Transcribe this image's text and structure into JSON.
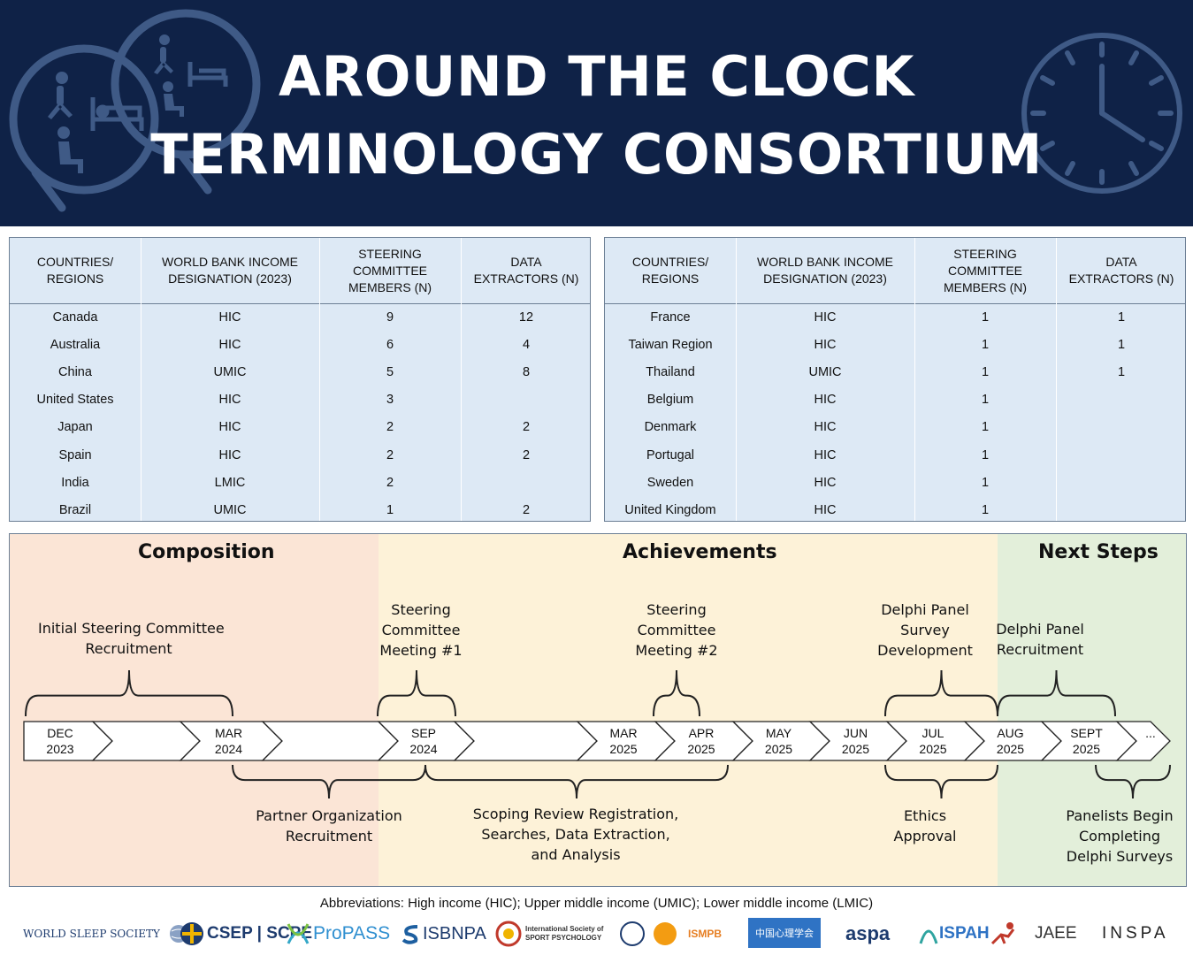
{
  "header": {
    "title_line1": "AROUND THE CLOCK",
    "title_line2": "TERMINOLOGY CONSORTIUM"
  },
  "colors": {
    "header_bg": "#0f2247",
    "table_bg": "#dde9f5",
    "composition_bg": "#fbe5d6",
    "achievements_bg": "#fdf2d8",
    "next_steps_bg": "#e3efda"
  },
  "tables": [
    {
      "headers": [
        "COUNTRIES/ REGIONS",
        "WORLD BANK INCOME DESIGNATION (2023)",
        "STEERING COMMITTEE MEMBERS (N)",
        "DATA EXTRACTORS (N)"
      ],
      "rows": [
        [
          "Canada",
          "HIC",
          "9",
          "12"
        ],
        [
          "Australia",
          "HIC",
          "6",
          "4"
        ],
        [
          "China",
          "UMIC",
          "5",
          "8"
        ],
        [
          "United States",
          "HIC",
          "3",
          ""
        ],
        [
          "Japan",
          "HIC",
          "2",
          "2"
        ],
        [
          "Spain",
          "HIC",
          "2",
          "2"
        ],
        [
          "India",
          "LMIC",
          "2",
          ""
        ],
        [
          "Brazil",
          "UMIC",
          "1",
          "2"
        ]
      ]
    },
    {
      "headers": [
        "COUNTRIES/ REGIONS",
        "WORLD BANK INCOME DESIGNATION (2023)",
        "STEERING COMMITTEE MEMBERS (N)",
        "DATA EXTRACTORS (N)"
      ],
      "rows": [
        [
          "France",
          "HIC",
          "1",
          "1"
        ],
        [
          "Taiwan Region",
          "HIC",
          "1",
          "1"
        ],
        [
          "Thailand",
          "UMIC",
          "1",
          "1"
        ],
        [
          "Belgium",
          "HIC",
          "1",
          ""
        ],
        [
          "Denmark",
          "HIC",
          "1",
          ""
        ],
        [
          "Portugal",
          "HIC",
          "1",
          ""
        ],
        [
          "Sweden",
          "HIC",
          "1",
          ""
        ],
        [
          "United Kingdom",
          "HIC",
          "1",
          ""
        ]
      ]
    }
  ],
  "timeline": {
    "phases": [
      "Composition",
      "Achievements",
      "Next Steps"
    ],
    "chevrons": [
      [
        "DEC",
        "2023"
      ],
      [
        "",
        ""
      ],
      [
        "MAR",
        "2024"
      ],
      [
        "",
        ""
      ],
      [
        "SEP",
        "2024"
      ],
      [
        "",
        ""
      ],
      [
        "MAR",
        "2025"
      ],
      [
        "APR",
        "2025"
      ],
      [
        "MAY",
        "2025"
      ],
      [
        "JUN",
        "2025"
      ],
      [
        "JUL",
        "2025"
      ],
      [
        "AUG",
        "2025"
      ],
      [
        "SEPT",
        "2025"
      ],
      [
        "...",
        ""
      ]
    ],
    "notes_above": [
      "Initial Steering Committee\nRecruitment",
      "Steering\nCommittee\nMeeting #1",
      "Steering\nCommittee\nMeeting #2",
      "Delphi Panel\nSurvey\nDevelopment",
      "Delphi Panel\nRecruitment"
    ],
    "notes_below": [
      "Partner Organization\nRecruitment",
      "Scoping Review Registration,\nSearches, Data Extraction,\nand Analysis",
      "Ethics\nApproval",
      "Panelists Begin\nCompleting\nDelphi Surveys"
    ]
  },
  "abbreviations": "Abbreviations: High income (HIC); Upper middle income (UMIC); Lower middle income (LMIC)",
  "logos": [
    "WORLD SLEEP SOCIETY",
    "CSEP | SCPE",
    "ProPASS",
    "ISBNPA",
    "International Society of SPORT PSYCHOLOGY",
    "ISMPB",
    "中国心理学会",
    "aspa",
    "ISPAH",
    "JAEE",
    "INSPA"
  ]
}
